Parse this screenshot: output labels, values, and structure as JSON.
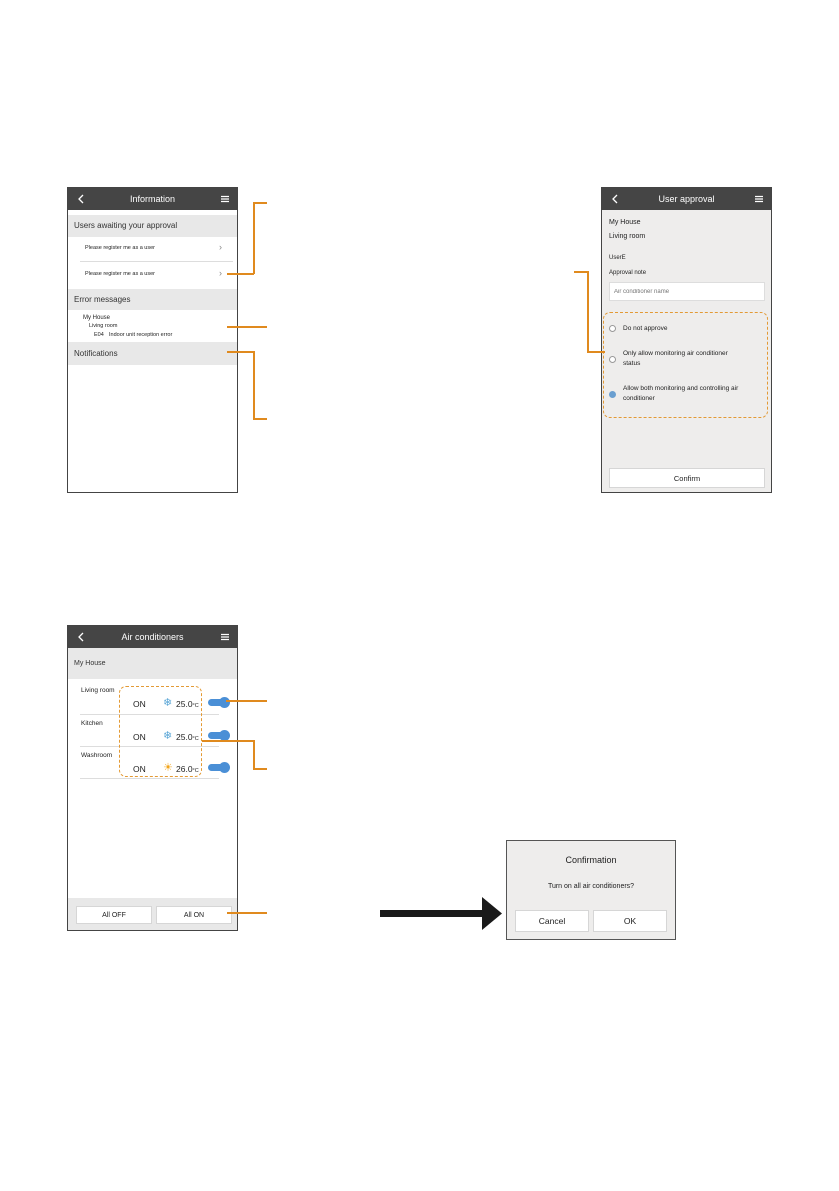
{
  "info": {
    "title": "Information",
    "users_section": "Users awaiting your approval",
    "requests": [
      "Please register me as a user",
      "Please register me as a user"
    ],
    "error_section": "Error messages",
    "error_house": "My House",
    "error_room": "Living room",
    "error_code": "E04",
    "error_text": "Indoor unit reception error",
    "notifications_section": "Notifications"
  },
  "approval": {
    "title": "User approval",
    "house": "My House",
    "room": "Living room",
    "user": "UserE",
    "note_label": "Approval note",
    "note_placeholder": "Air conditioner name",
    "options": [
      "Do not approve",
      "Only allow monitoring air conditioner status",
      "Allow both monitoring and controlling air conditioner"
    ],
    "selected_option": 2,
    "confirm": "Confirm"
  },
  "ac": {
    "title": "Air conditioners",
    "house": "My House",
    "units": [
      {
        "room": "Living room",
        "state": "ON",
        "mode": "cool",
        "temp": "25.0",
        "unit": "°C"
      },
      {
        "room": "Kitchen",
        "state": "ON",
        "mode": "cool",
        "temp": "25.0",
        "unit": "°C"
      },
      {
        "room": "Washroom",
        "state": "ON",
        "mode": "heat",
        "temp": "26.0",
        "unit": "°C"
      }
    ],
    "all_off": "All OFF",
    "all_on": "All ON"
  },
  "confirm_dialog": {
    "title": "Confirmation",
    "message": "Turn on all air conditioners?",
    "cancel": "Cancel",
    "ok": "OK"
  },
  "colors": {
    "accent": "#e08a1e",
    "topbar": "#454545",
    "toggle": "#4a8fd6",
    "snow": "#5aa6d6",
    "sun": "#f2a51c"
  }
}
